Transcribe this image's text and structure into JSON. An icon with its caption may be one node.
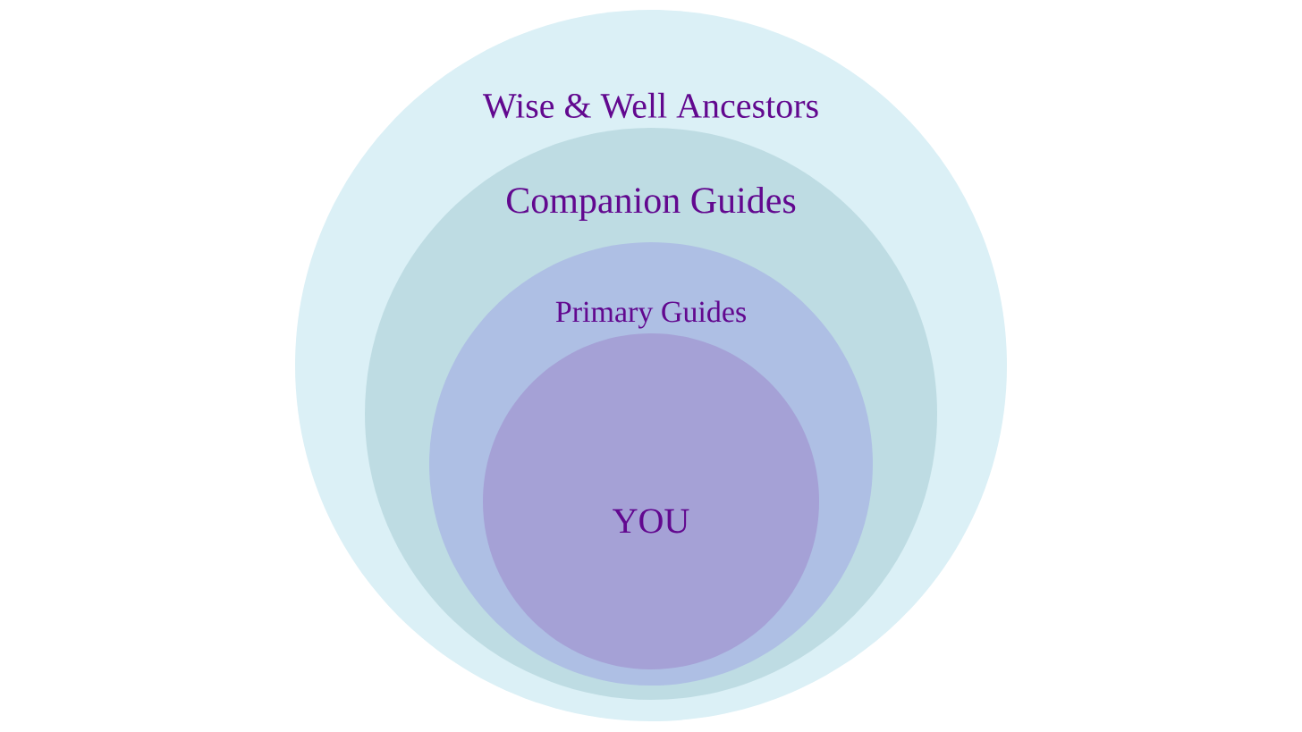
{
  "diagram": {
    "nodes": [
      {
        "text": [
          "Wise & Well Ancestors"
        ]
      },
      {
        "text": [
          "Companion Guides"
        ],
        "in": 0
      },
      {
        "text": [
          "Primary Guides"
        ],
        "in": 1
      },
      {
        "text": [
          "YOU"
        ],
        "in": 2
      }
    ]
  }
}
